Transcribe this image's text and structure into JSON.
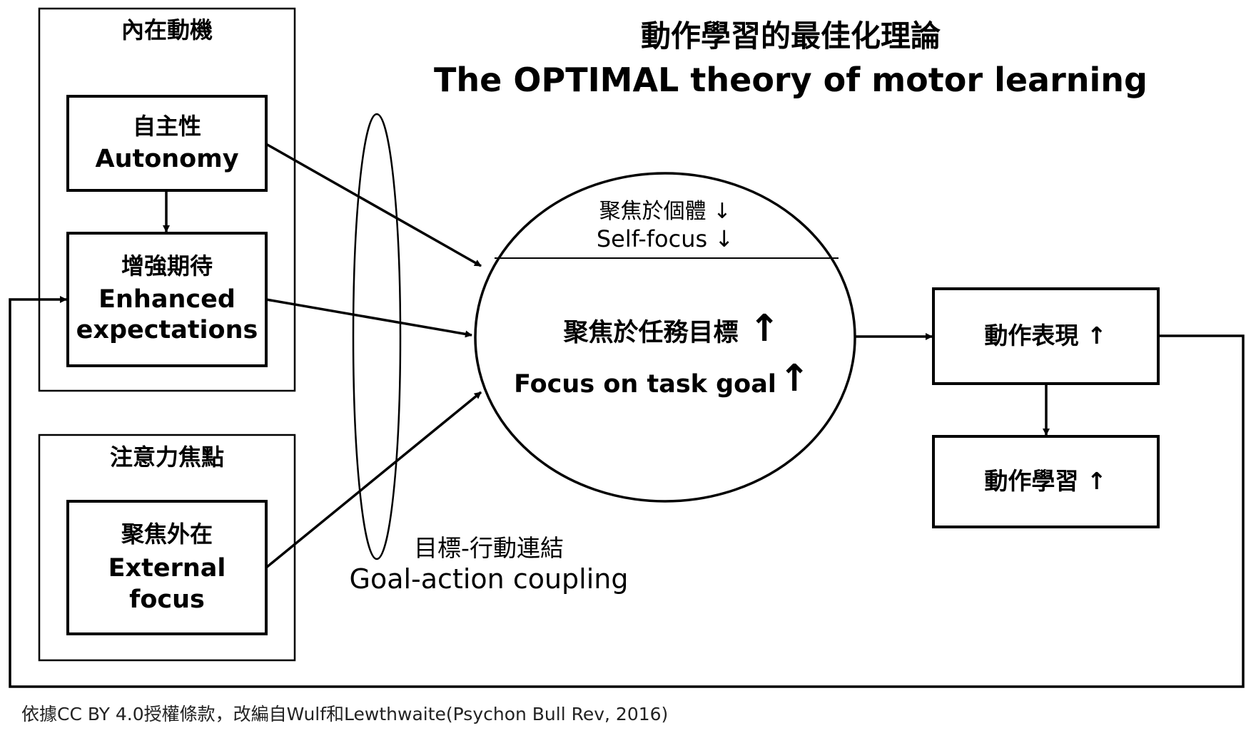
{
  "title": {
    "zh": "動作學習的最佳化理論",
    "en": "The OPTIMAL theory of motor learning"
  },
  "intrinsic_motivation": {
    "label": "內在動機",
    "autonomy": {
      "zh": "自主性",
      "en": "Autonomy"
    },
    "expectations": {
      "zh": "增強期待",
      "en_line1": "Enhanced",
      "en_line2": "expectations"
    }
  },
  "attentional_focus": {
    "label": "注意力焦點",
    "external": {
      "zh": "聚焦外在",
      "en_line1": "External",
      "en_line2": "focus"
    }
  },
  "coupling": {
    "zh": "目標-行動連結",
    "en": "Goal-action coupling"
  },
  "center": {
    "self_zh": "聚焦於個體 ↓",
    "self_en": "Self-focus ↓",
    "task_zh": "聚焦於任務目標",
    "task_en": "Focus on task goal",
    "up_arrow": "↑"
  },
  "outcomes": {
    "performance": "動作表現 ↑",
    "learning": "動作學習 ↑"
  },
  "footer": "依據CC BY 4.0授權條款，改編自Wulf和Lewthwaite(Psychon Bull Rev, 2016)"
}
